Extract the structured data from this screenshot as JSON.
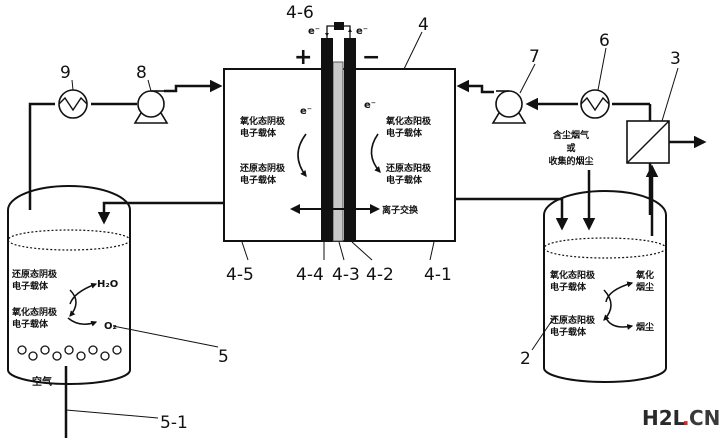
{
  "labels": {
    "electrode_pair": "4-6",
    "cell": "4",
    "anolyte_tank": "5",
    "air_pipe": "5-1",
    "catholyte_tank": "2",
    "inlet_device": "3",
    "heat_exchanger_right": "6",
    "pump_right": "7",
    "pump_left": "8",
    "heat_exchanger_left": "9",
    "anode_chamber": "4-5",
    "anode_plate": "4-4",
    "membrane": "4-3",
    "cathode_plate": "4-2",
    "cathode_chamber": "4-1"
  },
  "symbols": {
    "plus": "+",
    "minus": "−",
    "electron_top_left": "e⁻",
    "electron_top_right": "e⁻",
    "electron_cell_left": "e⁻",
    "electron_cell_right": "e⁻"
  },
  "cell_text": {
    "oxidized_anode_carrier": [
      "氧化态阴极",
      "电子载体"
    ],
    "reduced_anode_carrier": [
      "还原态阴极",
      "电子载体"
    ],
    "oxidized_cathode_carrier": [
      "氧化态阳极",
      "电子载体"
    ],
    "reduced_cathode_carrier": [
      "还原态阳极",
      "电子载体"
    ],
    "ion_exchange": "离子交换"
  },
  "left_tank_text": {
    "reduced_carrier": [
      "还原态阴极",
      "电子载体"
    ],
    "oxidized_carrier": [
      "氧化态阴极",
      "电子载体"
    ],
    "water": "H₂O",
    "oxygen": "O₂",
    "air": "空气"
  },
  "right_tank_text": {
    "oxidized_carrier": [
      "氧化态阳极",
      "电子载体"
    ],
    "reduced_carrier": [
      "还原态阳极",
      "电子载体"
    ],
    "oxidized_dust": [
      "氧化",
      "烟尘"
    ],
    "dust": "烟尘"
  },
  "feed_text": [
    "含尘烟气",
    "或",
    "收集的烟尘"
  ],
  "watermark": {
    "part1": "H2L",
    "part2": ".",
    "part3": "CN"
  }
}
